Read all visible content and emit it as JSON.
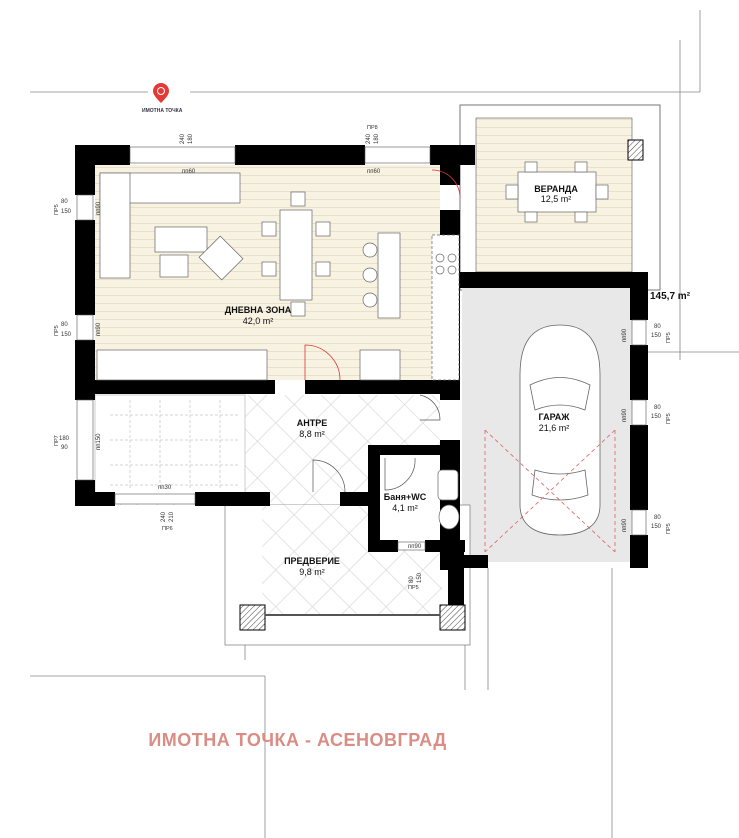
{
  "logo": {
    "text": "ИМОТНА ТОЧКА",
    "color": "#e53935"
  },
  "total_area": "145,7 m²",
  "rooms": {
    "living": {
      "name": "ДНЕВНА ЗОНА",
      "area": "42,0 m²"
    },
    "veranda": {
      "name": "ВЕРАНДА",
      "area": "12,5 m²"
    },
    "garage": {
      "name": "ГАРАЖ",
      "area": "21,6 m²"
    },
    "entrance": {
      "name": "АНТРЕ",
      "area": "8,8 m²"
    },
    "bathroom": {
      "name": "Баня+WC",
      "area": "4,1 m²"
    },
    "vestibule": {
      "name": "ПРЕДВЕРИЕ",
      "area": "9,8 m²"
    }
  },
  "windows": {
    "top1": {
      "label": "",
      "dims": [
        "240",
        "180"
      ],
      "sill": "пп60"
    },
    "top2": {
      "label": "ПР8",
      "dims": [
        "240",
        "180"
      ],
      "sill": "пп60"
    },
    "left1": {
      "label": "ПР5",
      "dims": [
        "80",
        "150"
      ],
      "sill": "пп90"
    },
    "left2": {
      "label": "ПР5",
      "dims": [
        "80",
        "150"
      ],
      "sill": "пп90"
    },
    "left3": {
      "label": "ПР7",
      "dims": [
        "180",
        "90"
      ],
      "sill": "пп150"
    },
    "bottom1": {
      "label": "ПР6",
      "dims": [
        "240",
        "210"
      ],
      "sill": "пп30"
    },
    "bath": {
      "label": "ПР5",
      "dims": [
        "80",
        "150"
      ],
      "sill": "пп90"
    },
    "right1": {
      "label": "ПР5",
      "dims": [
        "80",
        "150"
      ],
      "sill": "пп90"
    },
    "right2": {
      "label": "ПР5",
      "dims": [
        "80",
        "150"
      ],
      "sill": "пп90"
    },
    "right3": {
      "label": "ПР5",
      "dims": [
        "80",
        "150"
      ],
      "sill": "пп90"
    }
  },
  "footer": {
    "text": "ИМОТНА ТОЧКА - АСЕНОВГРАД",
    "color": "#d98d84"
  },
  "colors": {
    "wall": "#000000",
    "floor_wood": "#f7f1e1",
    "garage_floor": "#e8e8e8",
    "parking_guide": "#e06060"
  }
}
